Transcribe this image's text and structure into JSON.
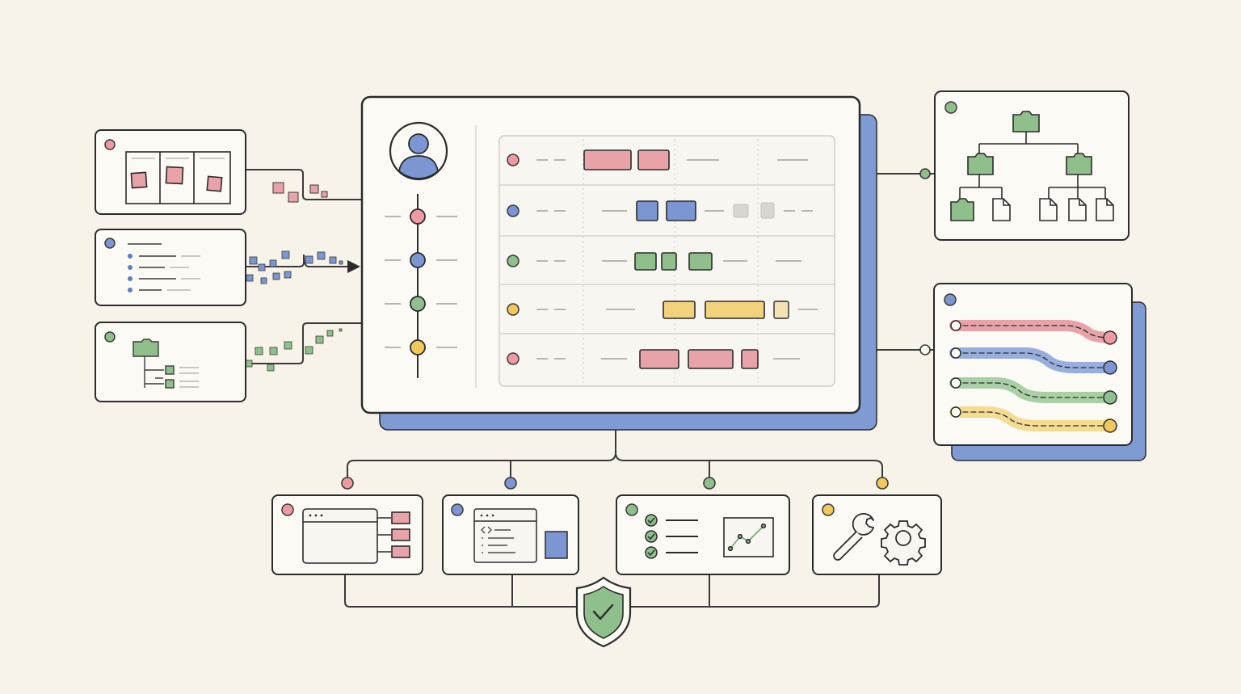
{
  "colors": {
    "background": "#f7f3e8",
    "panel": "#fbfaf5",
    "ink": "#2b2b2b",
    "line": "#3a3a3a",
    "muted": "#b9b6ae",
    "red": "#e8a3a8",
    "red_dot": "#ef9aa2",
    "blue": "#7b96d2",
    "blue_dark": "#5d7bc6",
    "blue_shadow": "#7f9bd3",
    "green": "#8fbf8a",
    "green_dark": "#78ad77",
    "yellow": "#f2d27a",
    "yellow_dot": "#f0c95a",
    "gray_block": "#d8d6d0"
  },
  "icons": {
    "avatar": "user-avatar-icon",
    "shield": "shield-check-icon",
    "folder": "folder-icon",
    "file": "file-icon",
    "wrench": "wrench-icon",
    "gear": "gear-icon",
    "chart": "line-chart-icon",
    "code": "code-window-icon",
    "browser": "browser-window-icon",
    "checklist": "checklist-icon"
  },
  "timeline": {
    "rows": [
      {
        "color": "red",
        "blocks": 2
      },
      {
        "color": "blue",
        "blocks": 2,
        "ghost_blocks": 2
      },
      {
        "color": "green",
        "blocks": 3
      },
      {
        "color": "yellow",
        "blocks": 3
      },
      {
        "color": "red",
        "blocks": 3
      }
    ]
  }
}
